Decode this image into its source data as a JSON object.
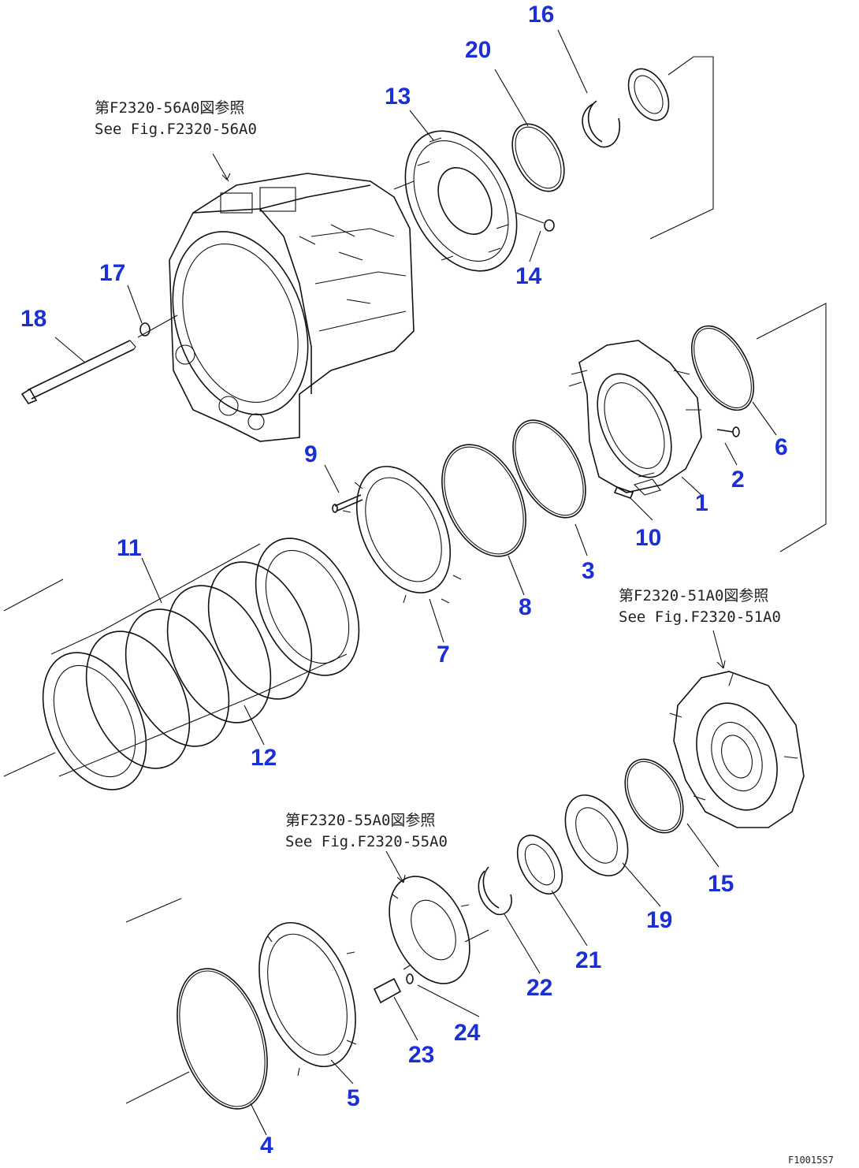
{
  "references": {
    "top": {
      "jp": "第F2320-56A0図参照",
      "en": "See Fig.F2320-56A0"
    },
    "right": {
      "jp": "第F2320-51A0図参照",
      "en": "See Fig.F2320-51A0"
    },
    "bottom": {
      "jp": "第F2320-55A0図参照",
      "en": "See Fig.F2320-55A0"
    }
  },
  "callouts": [
    "1",
    "2",
    "3",
    "4",
    "5",
    "6",
    "7",
    "8",
    "9",
    "10",
    "11",
    "12",
    "13",
    "14",
    "15",
    "16",
    "17",
    "18",
    "19",
    "20",
    "21",
    "22",
    "23",
    "24"
  ],
  "drawing_code": "F10015S7",
  "colors": {
    "callout": "#1a2fd6",
    "line": "#111111"
  }
}
